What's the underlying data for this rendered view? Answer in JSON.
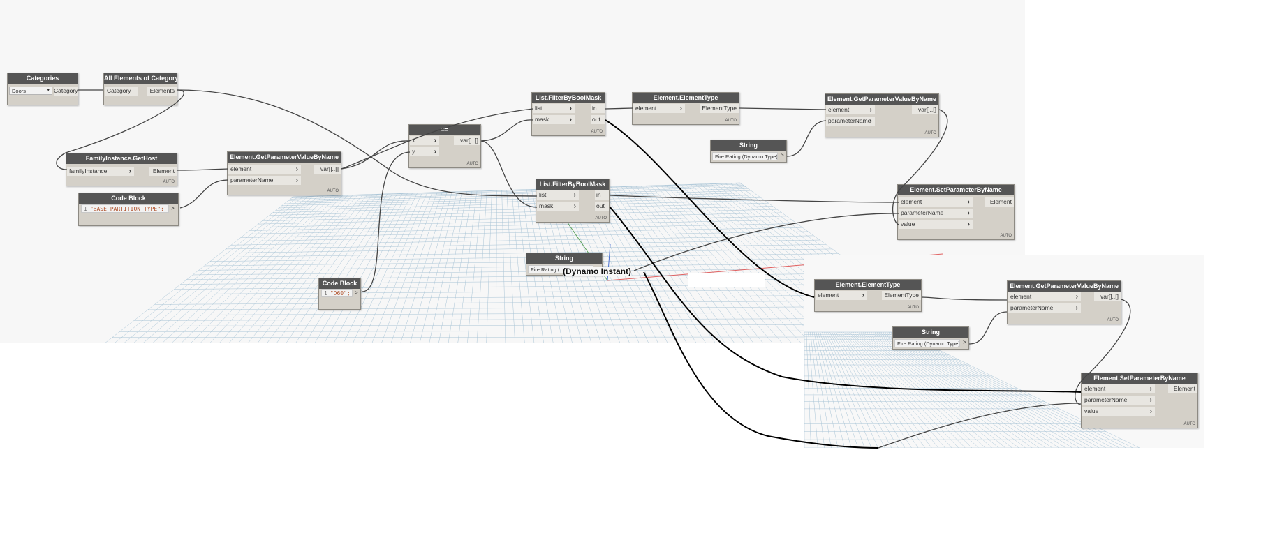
{
  "overlay_text": "(Dynamo Instant)",
  "nodes": {
    "categories": {
      "title": "Categories",
      "dropdown": "Doors",
      "out": "Category"
    },
    "all_elements": {
      "title": "All Elements of Category",
      "in": "Category",
      "out": "Elements"
    },
    "get_host": {
      "title": "FamilyInstance.GetHost",
      "in": "familyInstance",
      "out": "Element",
      "auto": "AUTO"
    },
    "code1": {
      "title": "Code Block",
      "line": "1",
      "code": "\"BASE PARTITION TYPE\";",
      "out": ">"
    },
    "getparam1": {
      "title": "Element.GetParameterValueByName",
      "in1": "element",
      "in2": "parameterName",
      "out": "var[]..[]",
      "auto": "AUTO"
    },
    "equals": {
      "title": "==",
      "in1": "x",
      "in2": "y",
      "out": "var[]..[]",
      "auto": "AUTO"
    },
    "code2": {
      "title": "Code Block",
      "line": "1",
      "code": "\"D60\";",
      "out": ">"
    },
    "filter1": {
      "title": "List.FilterByBoolMask",
      "in1": "list",
      "in2": "mask",
      "out1": "in",
      "out2": "out",
      "auto": "AUTO"
    },
    "filter2": {
      "title": "List.FilterByBoolMask",
      "in1": "list",
      "in2": "mask",
      "out1": "in",
      "out2": "out",
      "auto": "AUTO"
    },
    "elemtype1": {
      "title": "Element.ElementType",
      "in": "element",
      "out": "ElementType",
      "auto": "AUTO"
    },
    "string1": {
      "title": "String",
      "value": "Fire Rating (Dynamo Type)",
      "out": ">"
    },
    "getparam2": {
      "title": "Element.GetParameterValueByName",
      "in1": "element",
      "in2": "parameterName",
      "out": "var[]..[]",
      "auto": "AUTO"
    },
    "setparam1": {
      "title": "Element.SetParameterByName",
      "in1": "element",
      "in2": "parameterName",
      "in3": "value",
      "out": "Element",
      "auto": "AUTO"
    },
    "string2": {
      "title": "String",
      "value": "Fire Rating ("
    },
    "elemtype2": {
      "title": "Element.ElementType",
      "in": "element",
      "out": "ElementType",
      "auto": "AUTO"
    },
    "string3": {
      "title": "String",
      "value": "Fire Rating (Dynamo Type)",
      "out": ">"
    },
    "getparam3": {
      "title": "Element.GetParameterValueByName",
      "in1": "element",
      "in2": "parameterName",
      "out": "var[]..[]",
      "auto": "AUTO"
    },
    "setparam2": {
      "title": "Element.SetParameterByName",
      "in1": "element",
      "in2": "parameterName",
      "in3": "value",
      "out": "Element",
      "auto": "AUTO"
    }
  },
  "colors": {
    "node_header": "#555555",
    "node_body": "#d4d0c8",
    "wire": "#444444",
    "wire_bold": "#000000",
    "grid": "#a9c4d6"
  }
}
